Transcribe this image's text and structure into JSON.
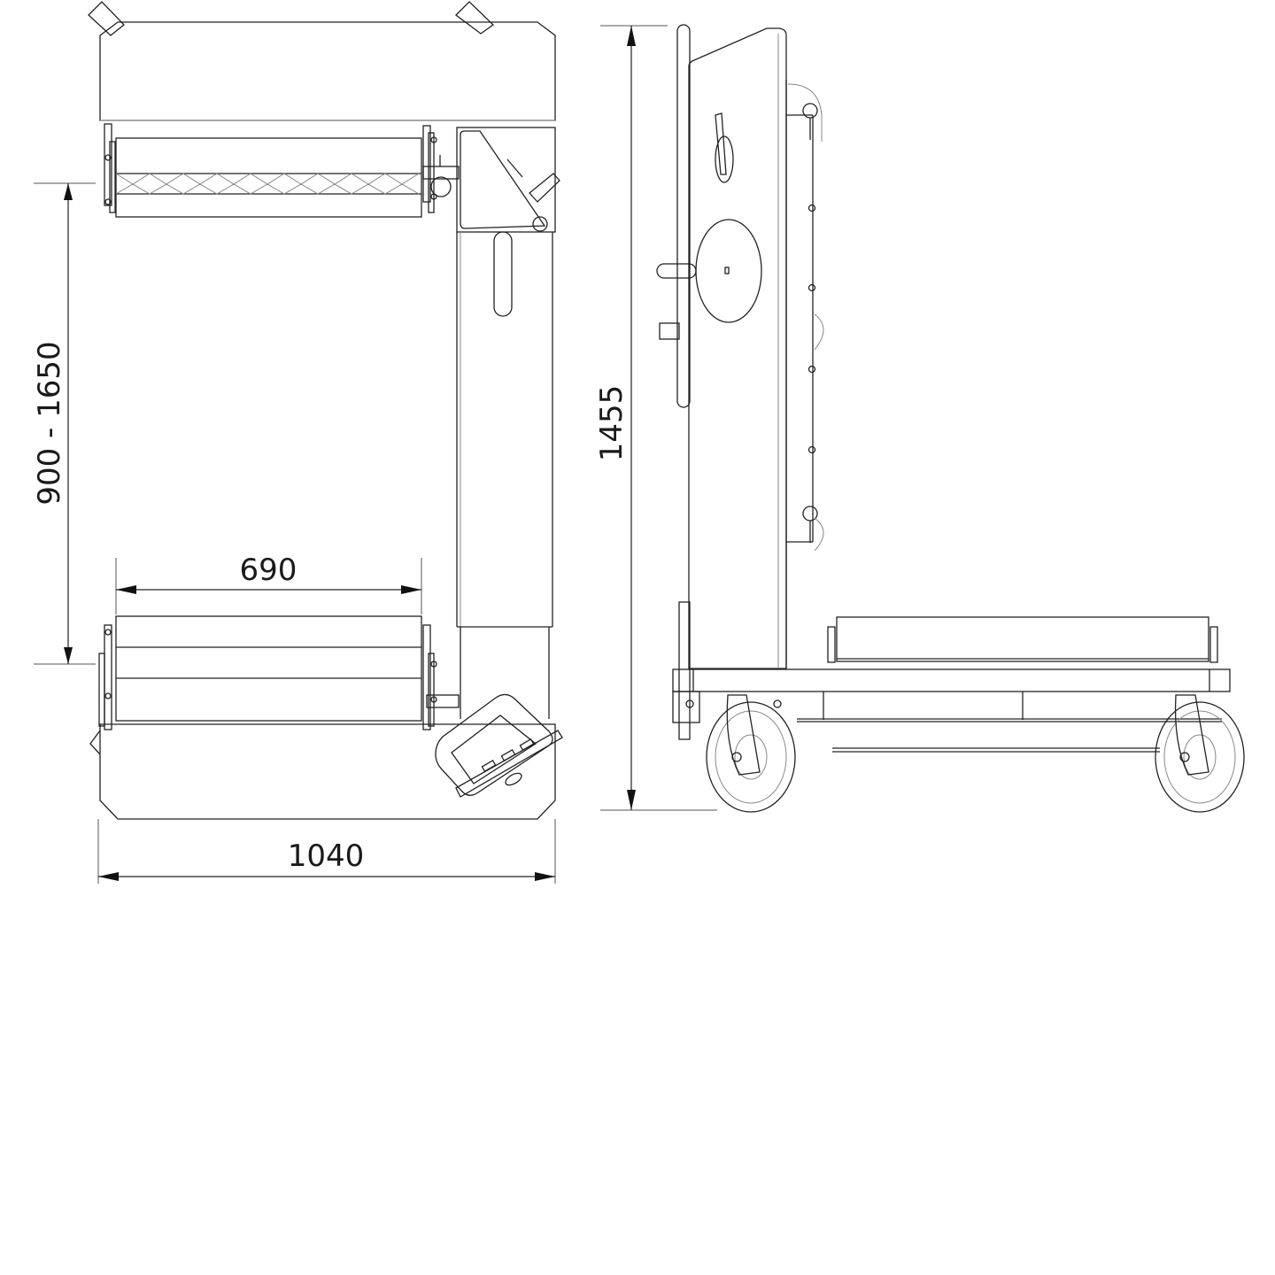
{
  "drawing": {
    "views": [
      {
        "name": "top-view",
        "label": "Top view of cart"
      },
      {
        "name": "side-view",
        "label": "Side view of cart"
      }
    ],
    "dimensions": {
      "height_range": "900 - 1650",
      "roller_width": "690",
      "overall_width": "1040",
      "overall_height": "1455"
    },
    "units": "mm",
    "colors": {
      "line": "#222222",
      "light_line": "#888888",
      "background": "#ffffff"
    }
  }
}
